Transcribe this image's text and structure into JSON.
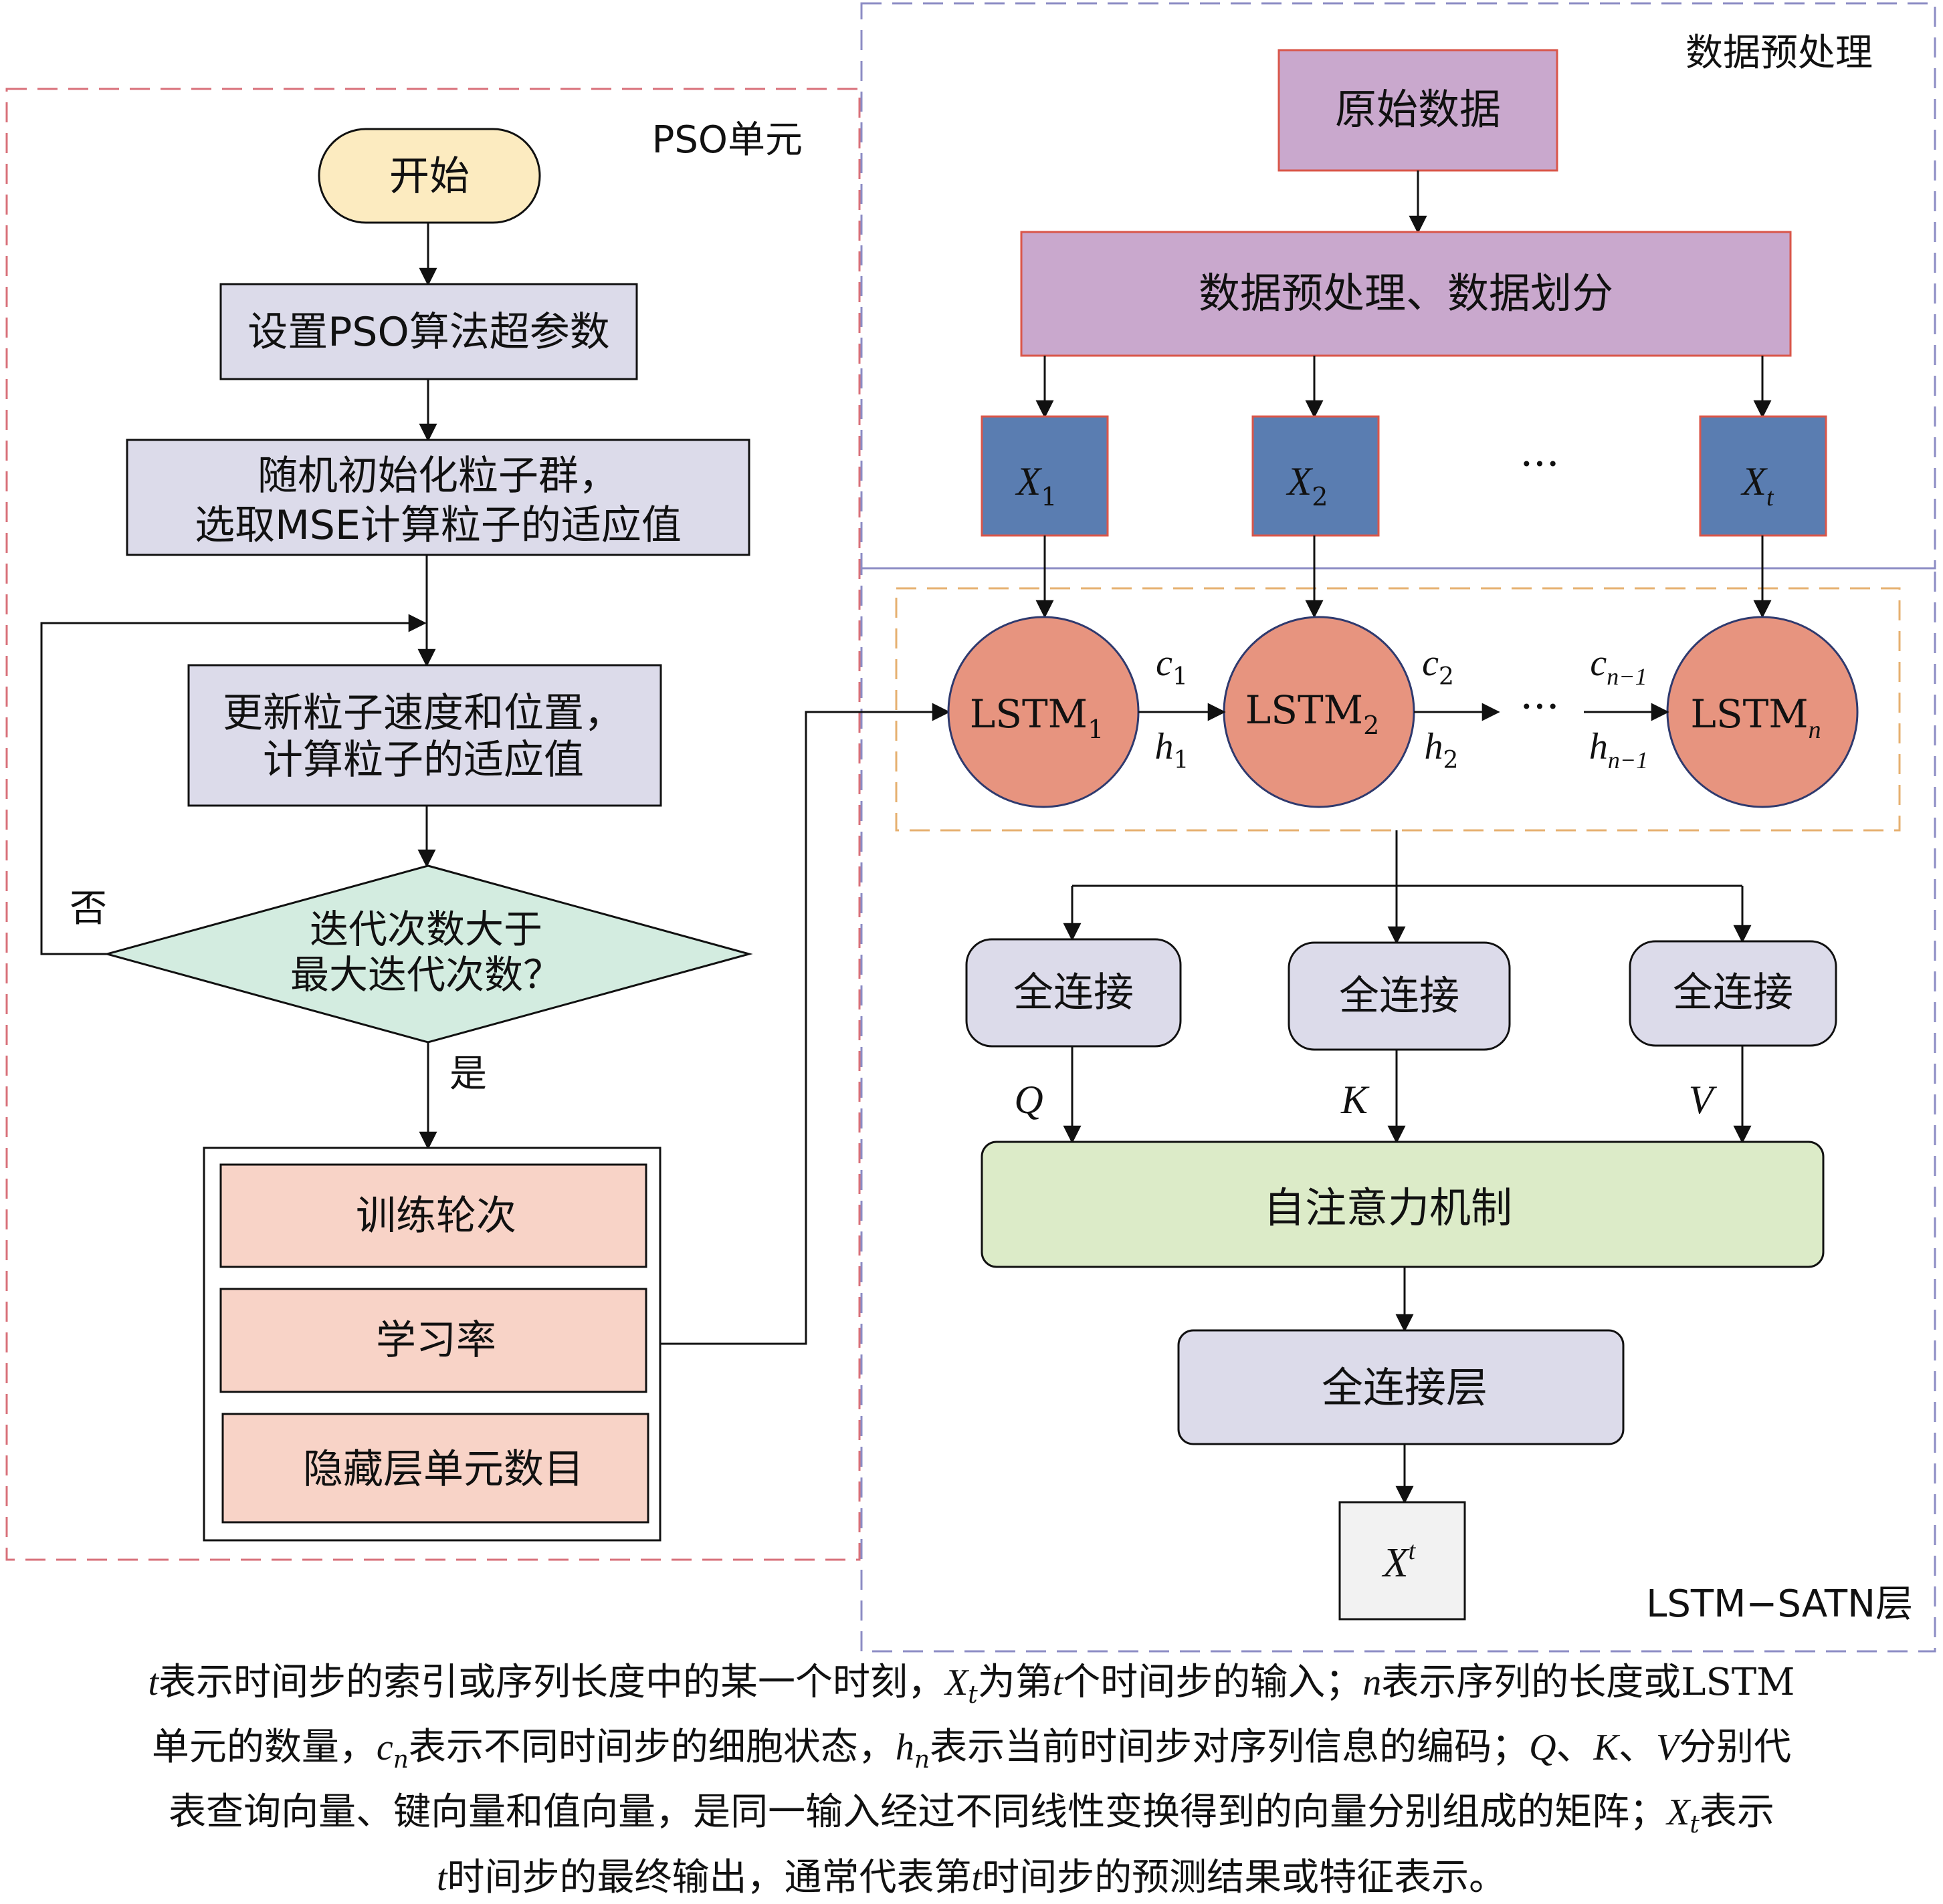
{
  "regions": {
    "pso": "PSO单元",
    "preprocess": "数据预处理",
    "lstm_satn": "LSTM−SATN层"
  },
  "flow": {
    "start": "开始",
    "set_params": "设置PSO算法超参数",
    "init_line1": "随机初始化粒子群，",
    "init_line2": "选取MSE计算粒子的适应值",
    "update_line1": "更新粒子速度和位置，",
    "update_line2": "计算粒子的适应值",
    "decision_line1": "迭代次数大于",
    "decision_line2": "最大迭代次数？",
    "no_label": "否",
    "yes_label": "是",
    "params": [
      "训练轮次",
      "学习率",
      "隐藏层单元数目"
    ]
  },
  "preprocess": {
    "raw": "原始数据",
    "split": "数据预处理、数据划分",
    "inputs": [
      {
        "base": "X",
        "sub": "1"
      },
      {
        "base": "X",
        "sub": "2"
      },
      {
        "base": "X",
        "sub": "t"
      }
    ],
    "ellipsis": "···"
  },
  "lstm": {
    "cells": [
      {
        "base": "LSTM",
        "sub": "1"
      },
      {
        "base": "LSTM",
        "sub": "2"
      },
      {
        "base": "LSTM",
        "sub": "n"
      }
    ],
    "c_labels": [
      {
        "base": "c",
        "sub": "1"
      },
      {
        "base": "c",
        "sub": "2"
      },
      {
        "base": "c",
        "sub": "n−1"
      }
    ],
    "h_labels": [
      {
        "base": "h",
        "sub": "1"
      },
      {
        "base": "h",
        "sub": "2"
      },
      {
        "base": "h",
        "sub": "n−1"
      }
    ],
    "ellipsis": "···"
  },
  "attention": {
    "fc": [
      "全连接",
      "全连接",
      "全连接"
    ],
    "qkv": [
      "Q",
      "K",
      "V"
    ],
    "self_attention": "自注意力机制",
    "fc_layer": "全连接层",
    "output_base": "X",
    "output_sup": "t"
  },
  "caption": {
    "line1": [
      {
        "t": "t",
        "i": true
      },
      {
        "t": "表示时间步的索引或序列长度中的某一个时刻，"
      },
      {
        "t": "X",
        "i": true
      },
      {
        "t": "t",
        "i": true,
        "sub": true
      },
      {
        "t": "为第"
      },
      {
        "t": "t",
        "i": true
      },
      {
        "t": "个时间步的输入；"
      },
      {
        "t": "n",
        "i": true
      },
      {
        "t": "表示序列的长度或LSTM"
      }
    ],
    "line2": [
      {
        "t": "单元的数量，"
      },
      {
        "t": "c",
        "i": true
      },
      {
        "t": "n",
        "i": true,
        "sub": true
      },
      {
        "t": "表示不同时间步的细胞状态，"
      },
      {
        "t": "h",
        "i": true
      },
      {
        "t": "n",
        "i": true,
        "sub": true
      },
      {
        "t": "表示当前时间步对序列信息的编码；"
      },
      {
        "t": "Q",
        "i": true
      },
      {
        "t": "、"
      },
      {
        "t": "K",
        "i": true
      },
      {
        "t": "、"
      },
      {
        "t": "V",
        "i": true
      },
      {
        "t": "分别代"
      }
    ],
    "line3": [
      {
        "t": "表查询向量、键向量和值向量，是同一输入经过不同线性变换得到的向量分别组成的矩阵；"
      },
      {
        "t": "X",
        "i": true
      },
      {
        "t": "t",
        "i": true,
        "sub": true
      },
      {
        "t": "表示"
      }
    ],
    "line4": [
      {
        "t": "t",
        "i": true
      },
      {
        "t": "时间步的最终输出，通常代表第"
      },
      {
        "t": "t",
        "i": true
      },
      {
        "t": "时间步的预测结果或特征表示。"
      }
    ]
  },
  "colors": {
    "start_fill": "#fcebc0",
    "process_fill": "#dcdbea",
    "decision_fill": "#d3ece0",
    "param_fill": "#f8d3c7",
    "purple_fill": "#c9a8cd",
    "purple_stroke": "#d9564a",
    "blue_fill": "#5a7db1",
    "lstm_fill": "#e7947f",
    "lstm_stroke": "#2f3a6e",
    "fc_fill": "#dcdbea",
    "attention_fill": "#dcebc8",
    "output_fill": "#f2f2f2",
    "pso_border": "#d8707a",
    "data_border": "#8c8cc4",
    "lstm_border": "#e6b070"
  }
}
